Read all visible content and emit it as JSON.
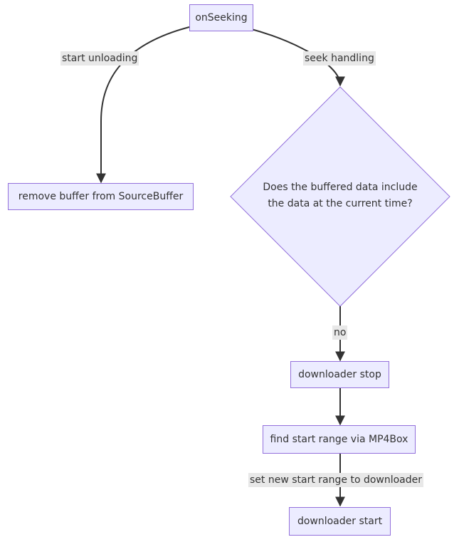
{
  "nodes": {
    "on_seeking": "onSeeking",
    "remove_buffer": "remove buffer from SourceBuffer",
    "decision_line1": "Does the buffered data include",
    "decision_line2": "the data at the current time?",
    "downloader_stop": "downloader stop",
    "find_start_range": "find start range via MP4Box",
    "downloader_start": "downloader start"
  },
  "edges": {
    "start_unloading": "start unloading",
    "seek_handling": "seek handling",
    "no": "no",
    "set_new_start_range": "set new start range to downloader"
  },
  "colors": {
    "node_fill": "#ECECFF",
    "node_stroke": "#9370DB",
    "edge_stroke": "#333333",
    "label_bg": "#e8e8e8"
  }
}
